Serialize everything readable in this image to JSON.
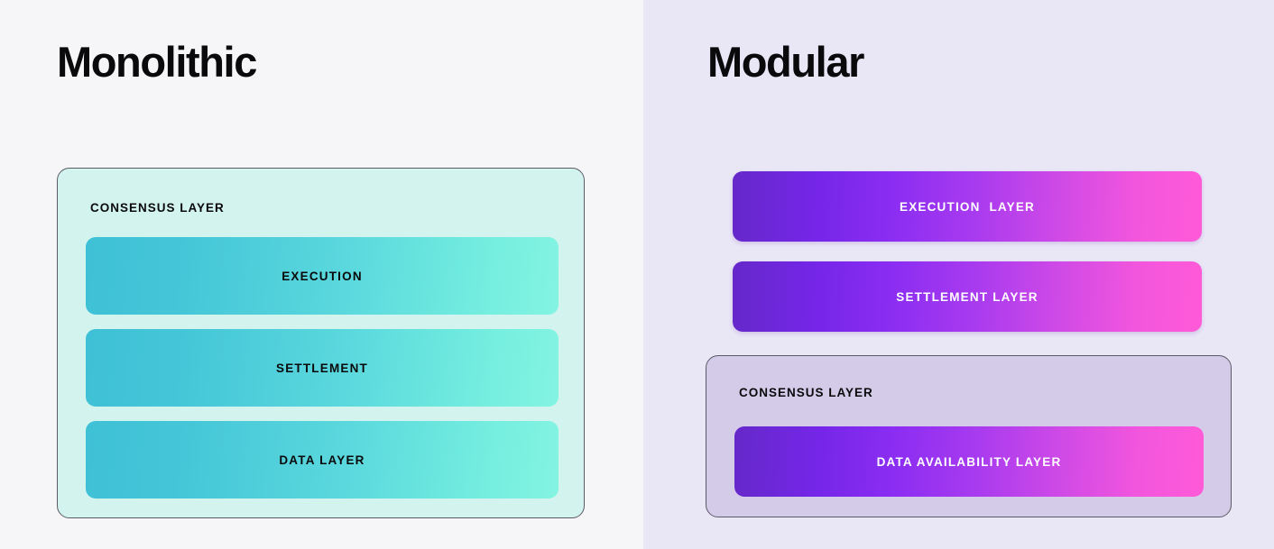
{
  "panels": [
    {
      "id": "monolithic",
      "title": "Monolithic",
      "background_color": "#f6f5f7",
      "container": {
        "label": "CONSENSUS LAYER",
        "fill_color": "#d3f4ee",
        "border_color": "#5b5b66"
      },
      "bars": [
        {
          "label": "EXECUTION",
          "gradient_from": "#3ec0d6",
          "gradient_to": "#84f4e2",
          "text_color": "#09090b"
        },
        {
          "label": "SETTLEMENT",
          "gradient_from": "#3ec0d6",
          "gradient_to": "#84f4e2",
          "text_color": "#09090b"
        },
        {
          "label": "DATA LAYER",
          "gradient_from": "#3ec0d6",
          "gradient_to": "#84f4e2",
          "text_color": "#09090b"
        }
      ]
    },
    {
      "id": "modular",
      "title": "Modular",
      "background_color": "#e9e6f6",
      "free_bars": [
        {
          "label": "EXECUTION  LAYER",
          "gradient_from": "#6528c9",
          "gradient_to": "#ff5ad8",
          "text_color": "#ffffff"
        },
        {
          "label": "SETTLEMENT LAYER",
          "gradient_from": "#6528c9",
          "gradient_to": "#ff5ad8",
          "text_color": "#ffffff"
        }
      ],
      "container": {
        "label": "CONSENSUS LAYER",
        "fill_color": "#d4cbe9",
        "border_color": "#5b5b66",
        "bars": [
          {
            "label": "DATA AVAILABILITY LAYER",
            "gradient_from": "#6528c9",
            "gradient_to": "#ff5ad8",
            "text_color": "#ffffff"
          }
        ]
      }
    }
  ],
  "chart_data": {
    "type": "diagram",
    "title": "Monolithic vs Modular blockchain architecture",
    "columns": [
      {
        "name": "Monolithic",
        "outer_group": "CONSENSUS LAYER",
        "nested_layers": [
          "EXECUTION",
          "SETTLEMENT",
          "DATA LAYER"
        ],
        "standalone_layers": []
      },
      {
        "name": "Modular",
        "outer_group": "CONSENSUS LAYER",
        "nested_layers": [
          "DATA AVAILABILITY LAYER"
        ],
        "standalone_layers": [
          "EXECUTION  LAYER",
          "SETTLEMENT LAYER"
        ]
      }
    ]
  }
}
